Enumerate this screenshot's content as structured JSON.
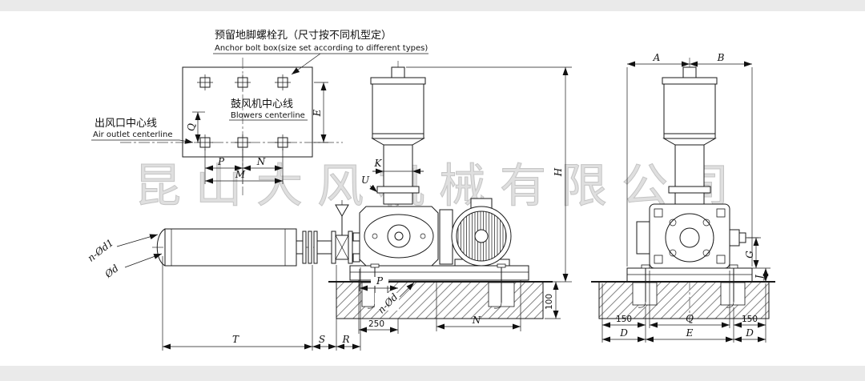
{
  "watermark": {
    "text": "昆山大风机械有限公司"
  },
  "annotations": {
    "anchor_bolt": {
      "cn": "预留地脚螺栓孔（尺寸按不同机型定）",
      "en": "Anchor bolt box(size set according to different types)"
    },
    "air_outlet": {
      "cn": "出风口中心线",
      "en": "Air outlet centerline"
    },
    "blower_centerline": {
      "cn": "鼓风机中心线",
      "en": "Blowers centerline"
    }
  },
  "plan_view": {
    "dims": {
      "q": "Q",
      "e": "E",
      "p": "P",
      "n": "N",
      "m": "M"
    }
  },
  "side_view": {
    "dims": {
      "k": "K",
      "u": "U",
      "h": "H",
      "p": "P",
      "bolt_hole": "n-Ød",
      "dim_250": "250",
      "n": "N",
      "dim_100": "100",
      "t": "T",
      "s": "S",
      "r": "R",
      "n_od1": "n-Ød1",
      "od": "Ød"
    }
  },
  "end_view": {
    "dims": {
      "a": "A",
      "b": "B",
      "g": "G",
      "j": "J",
      "left150": "150",
      "q": "Q",
      "right150": "150",
      "d_left": "D",
      "e": "E",
      "d_right": "D"
    }
  }
}
